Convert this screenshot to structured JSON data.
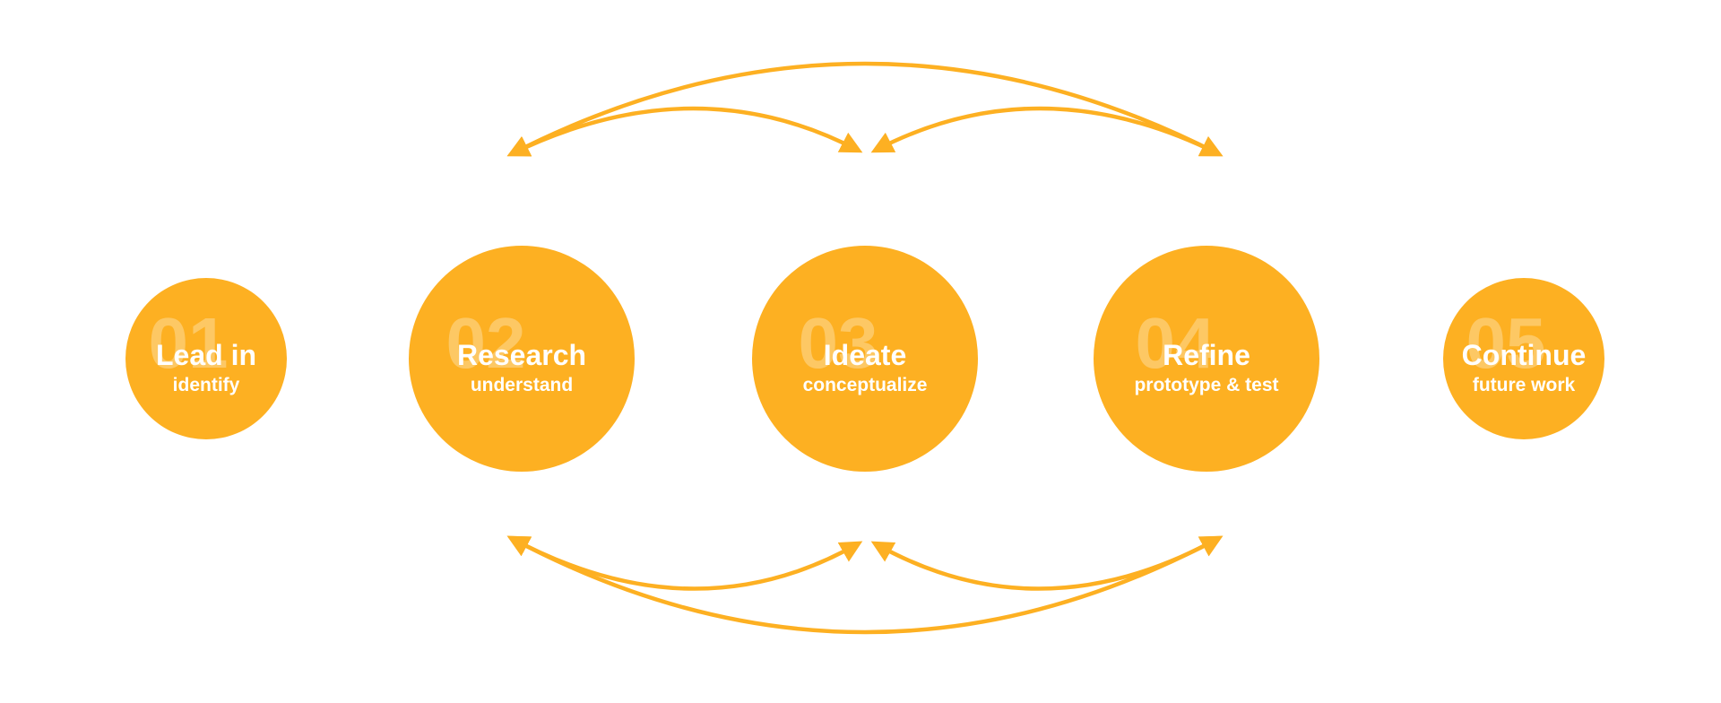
{
  "colors": {
    "accent": "#FDB022",
    "text": "#FFFFFF"
  },
  "stages": [
    {
      "number": "01",
      "title": "Lead in",
      "subtitle": "identify"
    },
    {
      "number": "02",
      "title": "Research",
      "subtitle": "understand"
    },
    {
      "number": "03",
      "title": "Ideate",
      "subtitle": "conceptualize"
    },
    {
      "number": "04",
      "title": "Refine",
      "subtitle": "prototype & test"
    },
    {
      "number": "05",
      "title": "Continue",
      "subtitle": "future work"
    }
  ]
}
